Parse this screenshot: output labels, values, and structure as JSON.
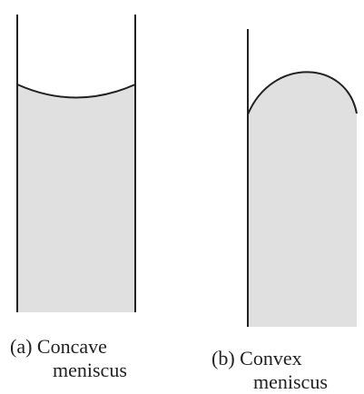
{
  "figure": {
    "tube_a": {
      "meniscus": "concave",
      "caption_prefix": "(a)",
      "caption_line1": "Concave",
      "caption_line2": "meniscus"
    },
    "tube_b": {
      "meniscus": "convex",
      "caption_prefix": "(b)",
      "caption_line1": "Convex",
      "caption_line2": "meniscus"
    }
  },
  "colors": {
    "liquid_fill": "#e0e0e0",
    "tube_wall": "#222222",
    "background": "#ffffff"
  }
}
